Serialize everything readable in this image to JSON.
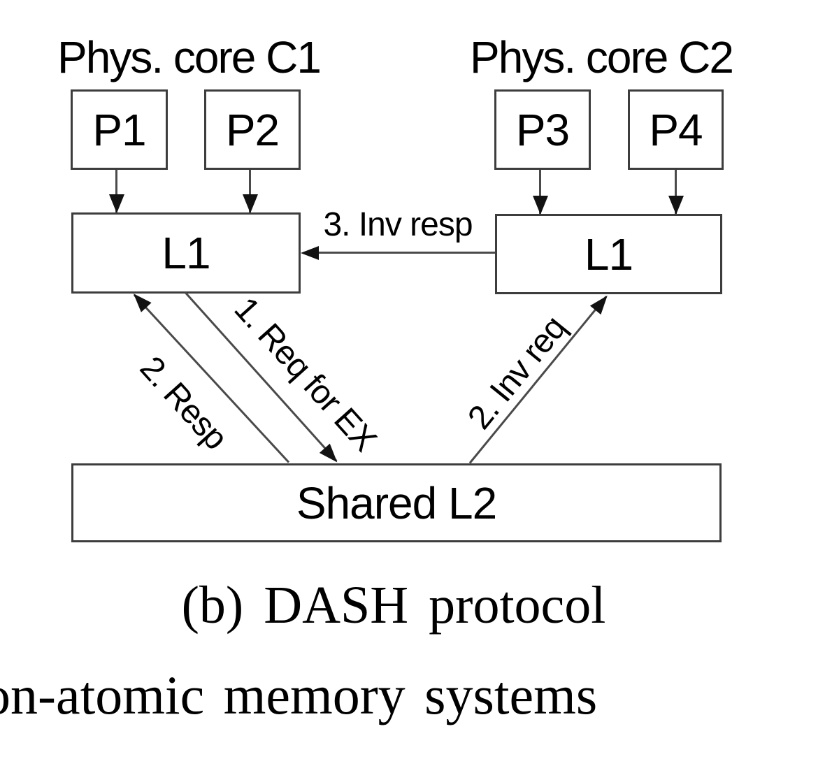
{
  "figure": {
    "core1": {
      "title": "Phys. core C1",
      "processors": [
        "P1",
        "P2"
      ],
      "cache_label": "L1"
    },
    "core2": {
      "title": "Phys. core C2",
      "processors": [
        "P3",
        "P4"
      ],
      "cache_label": "L1"
    },
    "shared_cache_label": "Shared L2",
    "arrow_labels": {
      "step1_req_for_ex": "1. Req for EX",
      "step2_resp": "2. Resp",
      "step2_inv_req": "2. Inv req",
      "step3_inv_resp": "3. Inv resp"
    },
    "caption": "(b) DASH protocol"
  },
  "page_text": {
    "bottom_line": "on-atomic memory systems"
  },
  "colors": {
    "line": "#4a4a4a",
    "border": "#3d3d3d",
    "arrowhead": "#121212",
    "text": "#000000",
    "background": "#ffffff"
  }
}
